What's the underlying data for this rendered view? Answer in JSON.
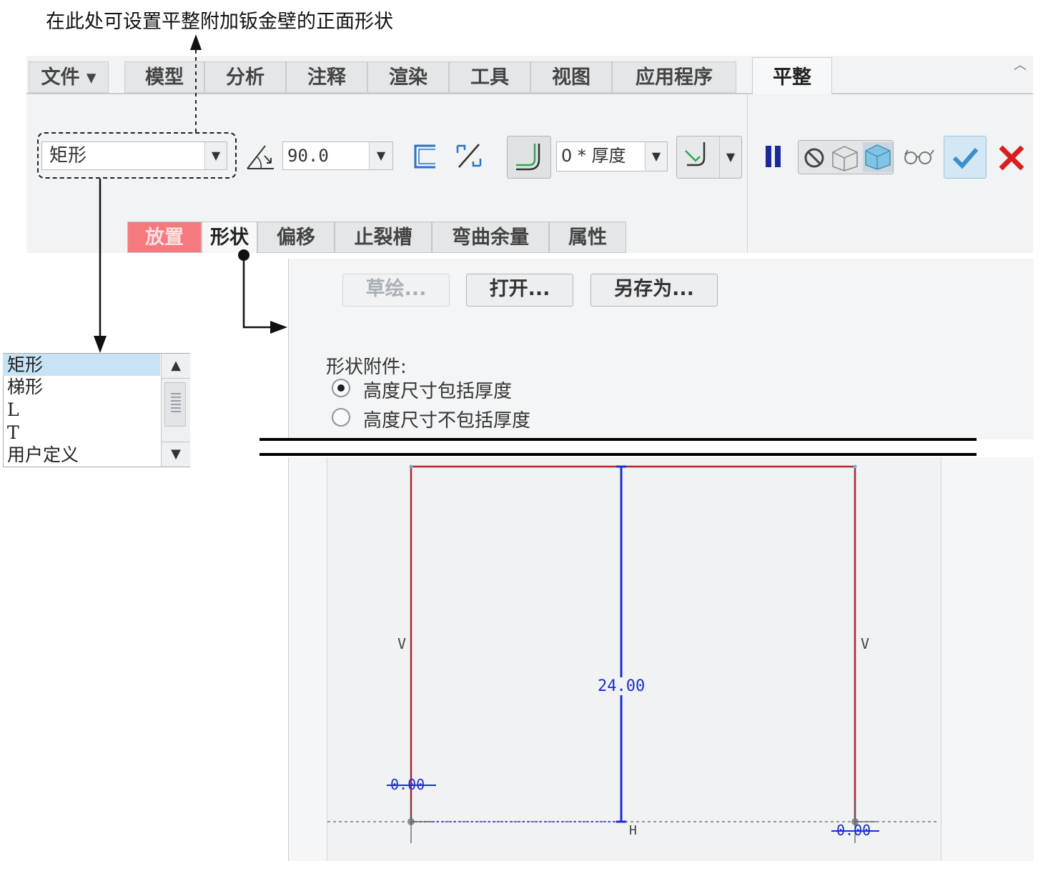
{
  "annotation": {
    "title": "在此处可设置平整附加钣金壁的正面形状"
  },
  "ribbon": {
    "tabs": [
      {
        "label": "文件 ▾"
      },
      {
        "label": "模型"
      },
      {
        "label": "分析"
      },
      {
        "label": "注释"
      },
      {
        "label": "渲染"
      },
      {
        "label": "工具"
      },
      {
        "label": "视图"
      },
      {
        "label": "应用程序"
      }
    ],
    "active_tab": "平整",
    "shape_combo": "矩形",
    "angle_value": "90.0",
    "thickness_combo": "0 * 厚度",
    "subtabs": {
      "placement": "放置",
      "shape": "形状",
      "offset": "偏移",
      "relief": "止裂槽",
      "bend_allowance": "弯曲余量",
      "properties": "属性"
    }
  },
  "shape_list": {
    "items": [
      "矩形",
      "梯形",
      "L",
      "T",
      "用户定义"
    ],
    "selected": "矩形"
  },
  "shape_panel": {
    "sketch_button": "草绘...",
    "open_button": "打开...",
    "save_as_button": "另存为...",
    "attachment_label": "形状附件:",
    "options": [
      {
        "label": "高度尺寸包括厚度",
        "checked": true
      },
      {
        "label": "高度尺寸不包括厚度",
        "checked": false
      }
    ]
  },
  "sketch": {
    "height_dim": "24.00",
    "left_dim": "0.00",
    "right_dim": "0.00",
    "constraint_h": "H",
    "constraint_v": "V"
  },
  "colors": {
    "profile": "#b0282c",
    "dimension": "#1a2fd0",
    "placement_tab": "#f57a7e",
    "confirm": "#2f8fd8",
    "cancel": "#d81e1e"
  }
}
